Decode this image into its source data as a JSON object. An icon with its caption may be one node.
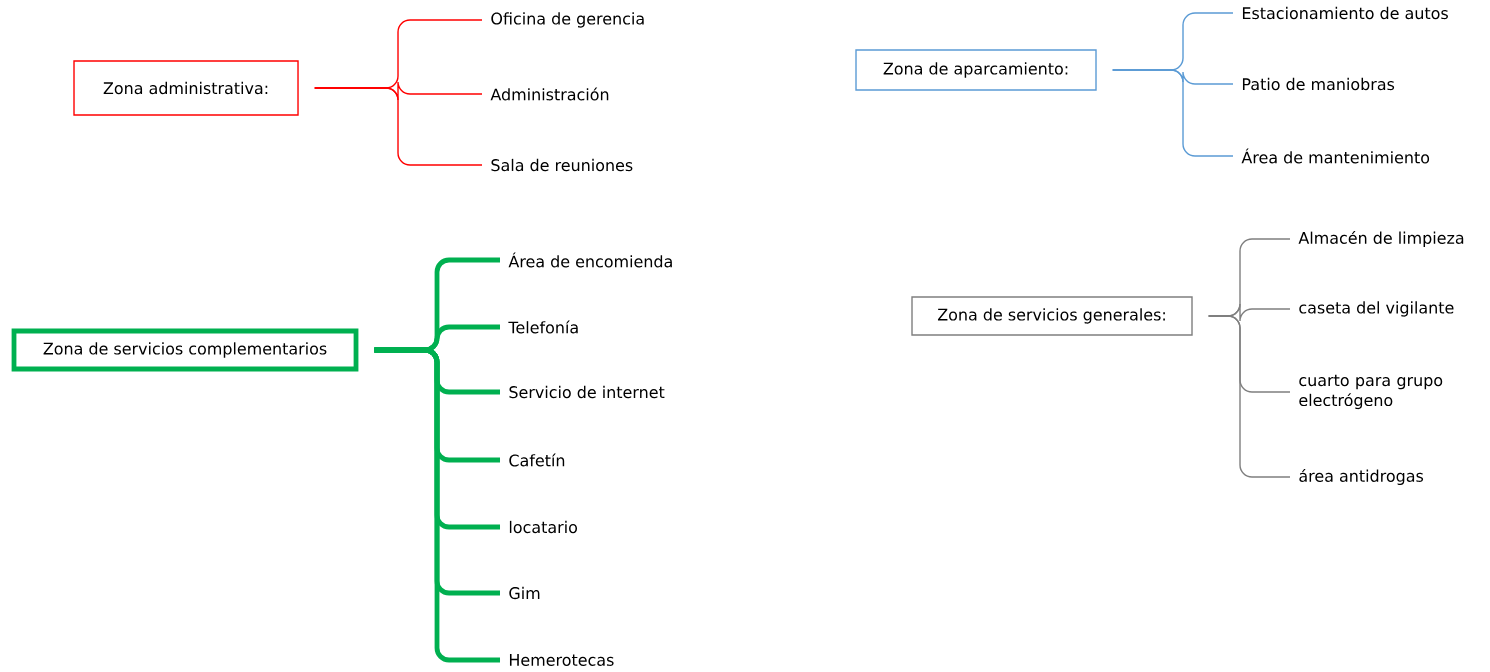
{
  "diagram": {
    "nodes": [
      {
        "text": [
          "Zona administrativa:"
        ]
      },
      {
        "text": [
          "Oficina de gerencia"
        ]
      },
      {
        "text": [
          "Administración"
        ]
      },
      {
        "text": [
          "Sala de reuniones"
        ]
      },
      {
        "text": [
          "Zona de aparcamiento:"
        ]
      },
      {
        "text": [
          "Estacionamiento de autos"
        ]
      },
      {
        "text": [
          "Patio de maniobras"
        ]
      },
      {
        "text": [
          "Área de mantenimiento"
        ]
      },
      {
        "text": [
          "Zona de servicios complementarios"
        ]
      },
      {
        "text": [
          "Área de encomienda"
        ]
      },
      {
        "text": [
          "Telefonía"
        ]
      },
      {
        "text": [
          "Servicio de internet"
        ]
      },
      {
        "text": [
          "Cafetín"
        ]
      },
      {
        "text": [
          "locatario"
        ]
      },
      {
        "text": [
          "Gim"
        ]
      },
      {
        "text": [
          "Hemerotecas"
        ]
      },
      {
        "text": [
          "Zona de servicios generales:"
        ]
      },
      {
        "text": [
          "Almacén de limpieza"
        ]
      },
      {
        "text": [
          "caseta del vigilante"
        ]
      },
      {
        "text": [
          "cuarto para grupo electrógeno"
        ]
      },
      {
        "text": [
          "área antidrogas"
        ]
      }
    ],
    "edges": [
      {
        "from": 0,
        "to": 1,
        "arrow": "none",
        "color": "#ff0000"
      },
      {
        "from": 0,
        "to": 2,
        "arrow": "none",
        "color": "#ff0000"
      },
      {
        "from": 0,
        "to": 3,
        "arrow": "none",
        "color": "#ff0000"
      },
      {
        "from": 4,
        "to": 5,
        "arrow": "none",
        "color": "#5b9bd5"
      },
      {
        "from": 4,
        "to": 6,
        "arrow": "none",
        "color": "#5b9bd5"
      },
      {
        "from": 4,
        "to": 7,
        "arrow": "none",
        "color": "#5b9bd5"
      },
      {
        "from": 8,
        "to": 9,
        "arrow": "none",
        "style": "thick",
        "color": "#00b050"
      },
      {
        "from": 8,
        "to": 10,
        "arrow": "none",
        "style": "thick",
        "color": "#00b050"
      },
      {
        "from": 8,
        "to": 11,
        "arrow": "none",
        "style": "thick",
        "color": "#00b050"
      },
      {
        "from": 8,
        "to": 12,
        "arrow": "none",
        "style": "thick",
        "color": "#00b050"
      },
      {
        "from": 8,
        "to": 13,
        "arrow": "none",
        "style": "thick",
        "color": "#00b050"
      },
      {
        "from": 8,
        "to": 14,
        "arrow": "none",
        "style": "thick",
        "color": "#00b050"
      },
      {
        "from": 8,
        "to": 15,
        "arrow": "none",
        "style": "thick",
        "color": "#00b050"
      },
      {
        "from": 16,
        "to": 17,
        "arrow": "none",
        "color": "#7f7f7f"
      },
      {
        "from": 16,
        "to": 18,
        "arrow": "none",
        "color": "#7f7f7f"
      },
      {
        "from": 16,
        "to": 19,
        "arrow": "none",
        "color": "#7f7f7f"
      },
      {
        "from": 16,
        "to": 20,
        "arrow": "none",
        "color": "#7f7f7f"
      }
    ]
  }
}
